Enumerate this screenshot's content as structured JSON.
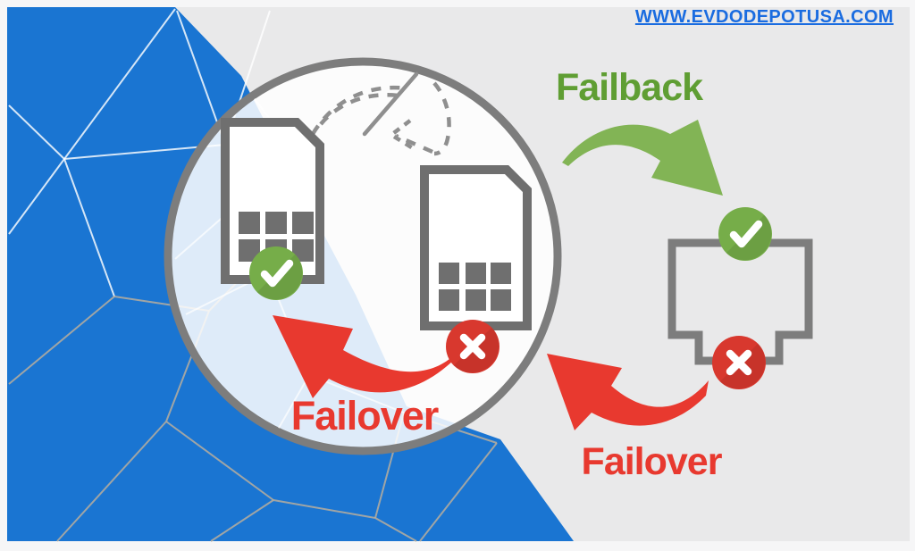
{
  "site_link": {
    "label": "WWW.EVDODEPOTUSA.COM"
  },
  "diagram": {
    "failback_label": "Failback",
    "failover_label_sim": "Failover",
    "failover_label_wan": "Failover"
  },
  "colors": {
    "frame": "#f6f6f7",
    "background": "#e9e9ea",
    "blue": "#1a75d2",
    "circle_fill": "rgba(255,255,255,0.86)",
    "outline_gray": "#7d7d7d",
    "sim_gray": "#6f6f6f",
    "dash_gray": "#8f8f8f",
    "green_text": "#5f9e33",
    "arrow_green": "#82b455",
    "badge_green": "#76ad49",
    "red": "#e8392f",
    "badge_red": "#d8382e",
    "link_blue": "#1a6ce0"
  }
}
